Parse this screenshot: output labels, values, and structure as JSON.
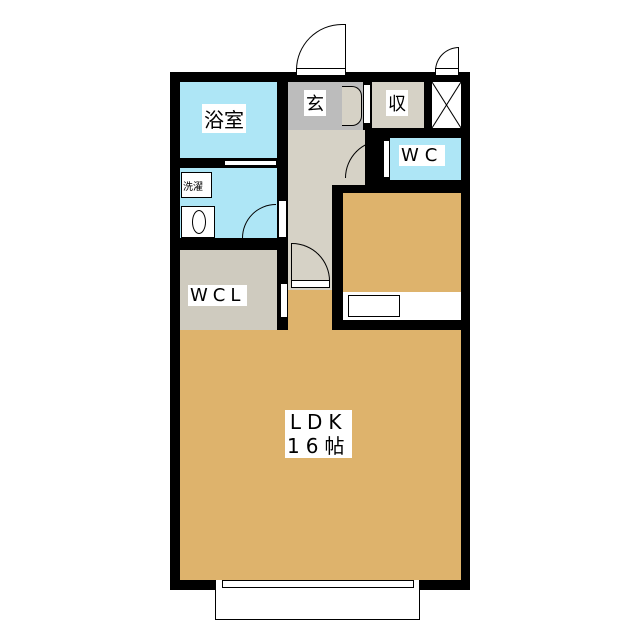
{
  "rooms": {
    "bath": "浴室",
    "entrance": "玄",
    "storage": "収",
    "toilet": "WC",
    "laundry": "洗濯",
    "walk_in_closet": "WCL",
    "ldk_name": "LDK",
    "ldk_size": "16帖"
  },
  "colors": {
    "wall": "#000000",
    "water": "#aee6f6",
    "hall": "#d6d2c6",
    "entrance": "#bcbcbc",
    "closet": "#cfcbbf",
    "floor": "#deb36c"
  }
}
